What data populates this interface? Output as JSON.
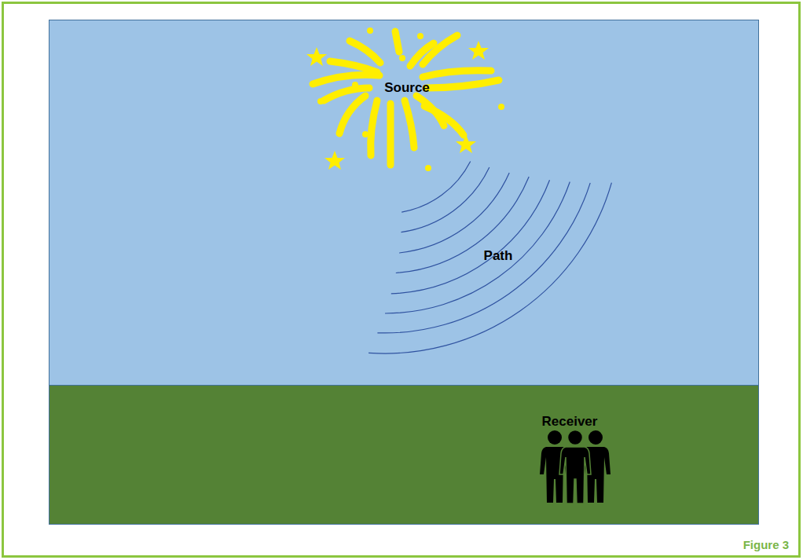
{
  "diagram": {
    "caption": "Figure 3",
    "labels": [
      "Source",
      "Path",
      "Receiver"
    ]
  }
}
